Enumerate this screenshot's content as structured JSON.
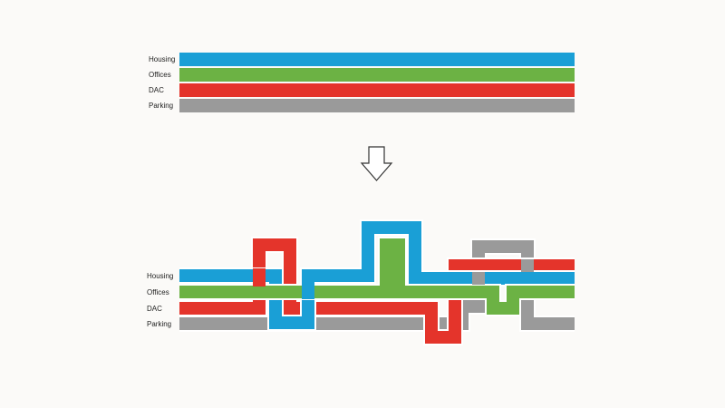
{
  "top": {
    "labels": [
      "Housing",
      "Offices",
      "DAC",
      "Parking"
    ],
    "colors": [
      "#1a9fd6",
      "#6cb244",
      "#e4342b",
      "#9a9a9a"
    ]
  },
  "bottom": {
    "labels": [
      "Housing",
      "Offices",
      "DAC",
      "Parking"
    ]
  },
  "arrow": {
    "icon": "down-arrow-icon",
    "direction": "down"
  },
  "colors": {
    "housing": "#1a9fd6",
    "offices": "#6cb244",
    "dac": "#e4342b",
    "parking": "#9a9a9a",
    "background": "#fbfaf8"
  }
}
